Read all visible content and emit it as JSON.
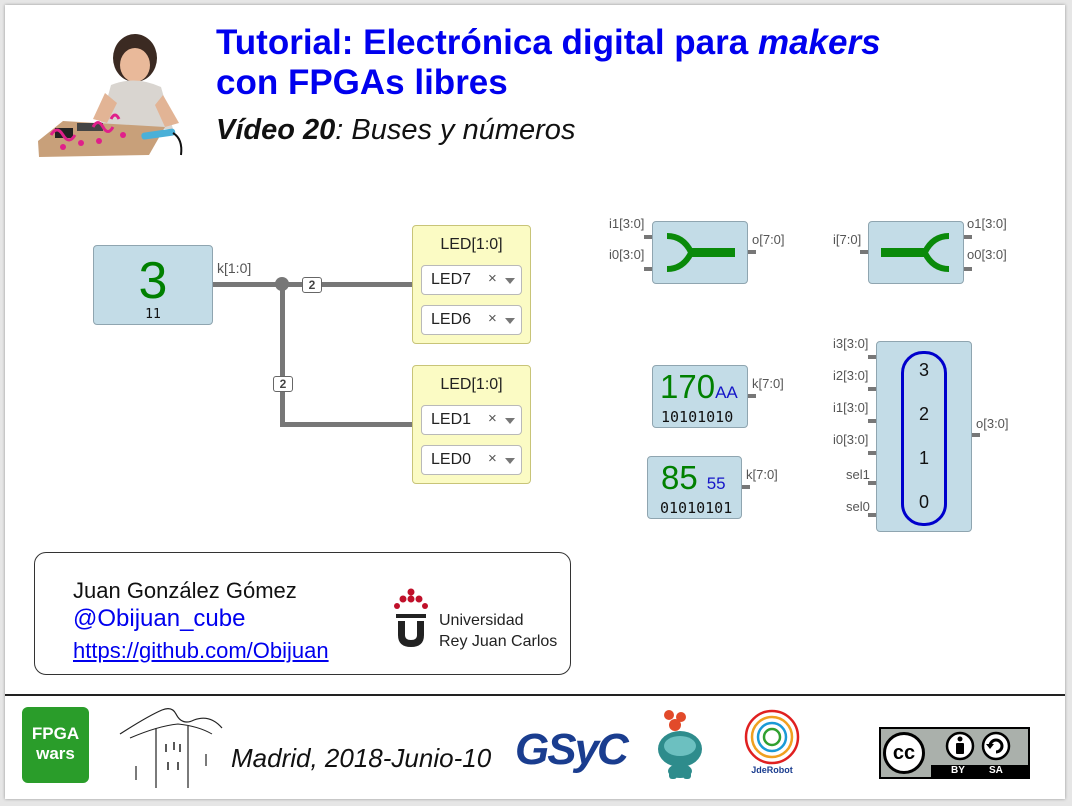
{
  "header": {
    "title_line1_a": "Tutorial: Electrónica digital para ",
    "title_line1_b": "makers",
    "title_line2": "con FPGAs libres",
    "video_label": "Vídeo 20",
    "video_subtitle": ": Buses y números"
  },
  "circuit": {
    "constant": {
      "value": "3",
      "binary": "11",
      "wire_label": "k[1:0]"
    },
    "bus_width_top": "2",
    "bus_width_left": "2",
    "led_block_top": {
      "title": "LED[1:0]",
      "pins": [
        "LED7",
        "LED6"
      ]
    },
    "led_block_bottom": {
      "title": "LED[1:0]",
      "pins": [
        "LED1",
        "LED0"
      ]
    },
    "select_clear_glyph": "×"
  },
  "joiner": {
    "inputs": [
      "i1[3:0]",
      "i0[3:0]"
    ],
    "output": "o[7:0]"
  },
  "splitter": {
    "input": "i[7:0]",
    "outputs": [
      "o1[3:0]",
      "o0[3:0]"
    ]
  },
  "const170": {
    "value": "170",
    "hex": "AA",
    "binary": "10101010",
    "output": "k[7:0]"
  },
  "const85": {
    "value": "85",
    "hex": "55",
    "binary": "01010101",
    "output": "k[7:0]"
  },
  "mux": {
    "inputs": [
      "i3[3:0]",
      "i2[3:0]",
      "i1[3:0]",
      "i0[3:0]",
      "sel1",
      "sel0"
    ],
    "output": "o[3:0]",
    "channels": [
      "3",
      "2",
      "1",
      "0"
    ]
  },
  "author": {
    "name": "Juan González Gómez",
    "handle": "@Obijuan_cube",
    "link": "https://github.com/Obijuan",
    "university_line1": "Universidad",
    "university_line2": "Rey Juan Carlos"
  },
  "footer": {
    "location_date": "Madrid, 2018-Junio-10",
    "fpga_logo_line1": "FPGA",
    "fpga_logo_line2": "wars",
    "gsyc_logo": "GSyC",
    "jderobot_logo": "JdeRobot",
    "cc_logo": "cc",
    "cc_by": "BY",
    "cc_sa": "SA"
  },
  "colors": {
    "title_blue": "#0000ee",
    "block_blue": "#c3dce7",
    "led_yellow": "#fbfbc4",
    "value_green": "#008000",
    "hex_blue": "#1515c8",
    "mux_oval": "#0000cc"
  }
}
